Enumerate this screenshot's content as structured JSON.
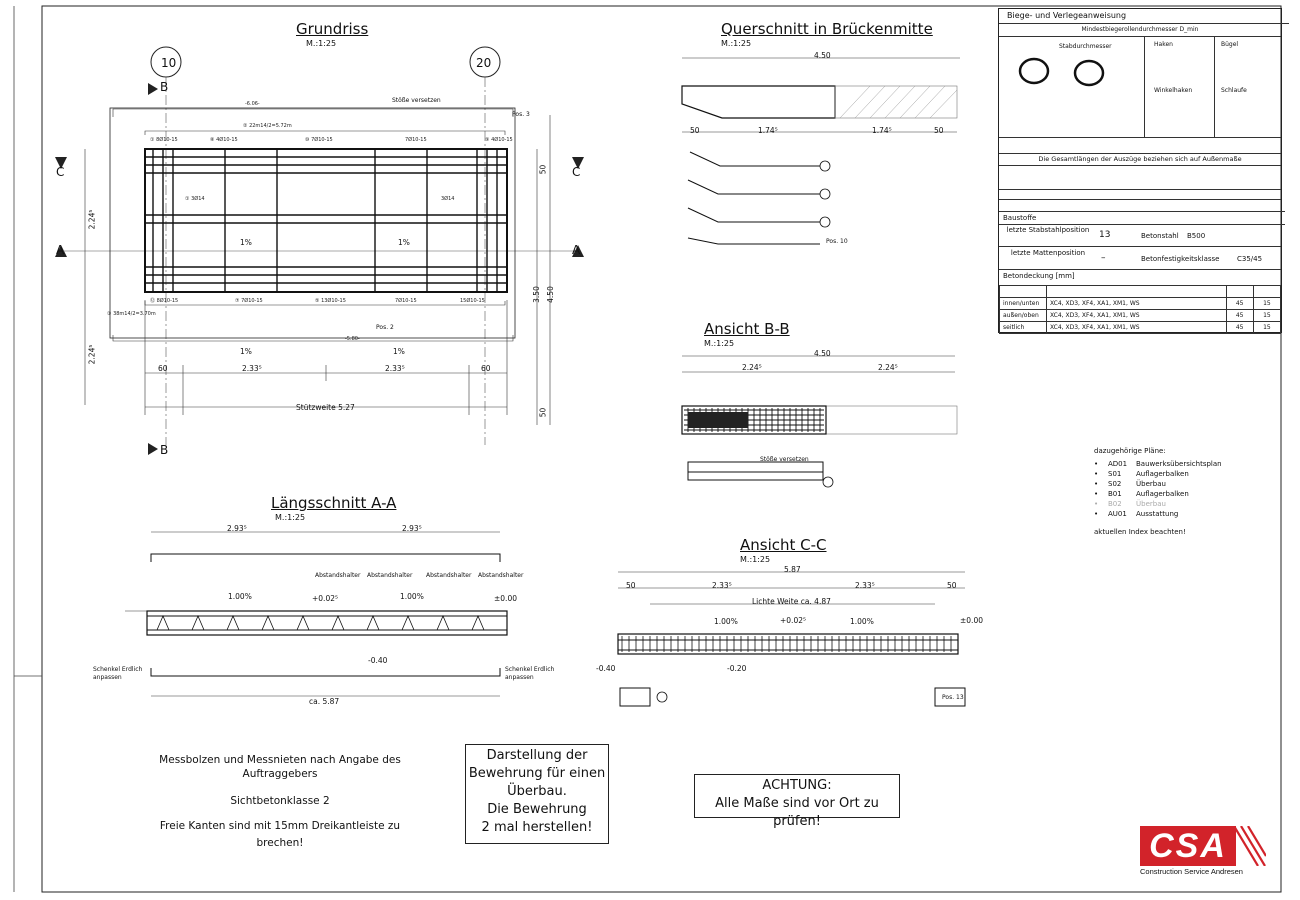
{
  "views": {
    "grundriss": {
      "title": "Grundriss",
      "scale": "M.:1:25",
      "axis_left": "10",
      "axis_right": "20",
      "cut_a": "A",
      "cut_b": "B",
      "cut_c": "C",
      "slope_left": "1%",
      "slope_right": "1%",
      "dim_60_left": "60",
      "dim_233_left": "2.33⁵",
      "dim_233_right": "2.33⁵",
      "dim_60_right": "60",
      "span": "Stützweite  5.27",
      "dim_224_upper": "2.24⁵",
      "dim_224_lower": "2.24⁵",
      "dim_50_top": "50",
      "dim_50_bottom": "50",
      "dim_350": "3.50",
      "dim_450": "4.50",
      "stoesse": "Stöße versetzen",
      "pos3": "Pos. 3",
      "pos2": "Pos. 2"
    },
    "querschnitt": {
      "title": "Querschnitt in Brückenmitte",
      "scale": "M.:1:25",
      "dim_total": "4.50",
      "dim_50_l": "50",
      "dim_174_l": "1.74⁵",
      "dim_174_r": "1.74⁵",
      "dim_50_r": "50",
      "pos10": "Pos. 10"
    },
    "ansicht_bb": {
      "title": "Ansicht B-B",
      "scale": "M.:1:25",
      "dim_total": "4.50",
      "dim_l": "2.24⁵",
      "dim_r": "2.24⁵",
      "stoesse": "Stöße versetzen"
    },
    "laengsschnitt": {
      "title": "Längsschnitt A-A",
      "scale": "M.:1:25",
      "dim_l": "2.93⁵",
      "dim_r": "2.93⁵",
      "slope_l": "1.00%",
      "slope_r": "1.00%",
      "level_mid": "+0.02⁵",
      "level_r": "±0.00",
      "level_low": "-0.40",
      "dim_total": "ca. 5.87",
      "schenkel_l": "Schenkel Erdlich anpassen",
      "schenkel_r": "Schenkel Erdlich anpassen",
      "abstand": [
        "Abstandshalter",
        "Abstandshalter",
        "Abstandshalter",
        "Abstandshalter"
      ]
    },
    "ansicht_cc": {
      "title": "Ansicht C-C",
      "scale": "M.:1:25",
      "dim_total": "5.87",
      "dim_50_l": "50",
      "dim_233_l": "2.33⁵",
      "dim_233_r": "2.33⁵",
      "dim_50_r": "50",
      "lichte_weite": "Lichte Weite  ca. 4.87",
      "slope_l": "1.00%",
      "slope_r": "1.00%",
      "level_mid": "+0.02⁵",
      "level_r": "±0.00",
      "level_l": "-0.40",
      "level_mid2": "-0.20",
      "pos13": "Pos. 13"
    }
  },
  "title_block": {
    "header": "Biege- und Verlegeanweisung",
    "min_diameter": "Mindestbiegerollendurchmesser D_min",
    "labels": {
      "stab": "Stabdurchmesser",
      "haken": "Haken",
      "buegel": "Bügel",
      "winkelhaken": "Winkelhaken",
      "schlaufe": "Schlaufe"
    },
    "auszuege_note": "Die Gesamtlängen der Auszüge beziehen sich auf Außenmaße",
    "baustoffe": "Baustoffe",
    "letzte_stab_label": "letzte Stabstahlposition",
    "letzte_stab_value": "13",
    "betonstahl_label": "Betonstahl",
    "betonstahl_value": "B500",
    "letzte_matten_label": "letzte Mattenposition",
    "letzte_matten_value": "–",
    "festigkeit_label": "Betonfestigkeitsklasse",
    "festigkeit_value": "C35/45",
    "betondeckung": "Betondeckung [mm]",
    "rows": [
      {
        "name": "innen/unten",
        "cls": "XC4, XD3, XF4, XA1, XM1, WS",
        "v1": "45",
        "v2": "15"
      },
      {
        "name": "außen/oben",
        "cls": "XC4, XD3, XF4, XA1, XM1, WS",
        "v1": "45",
        "v2": "15"
      },
      {
        "name": "seitlich",
        "cls": "XC4, XD3, XF4, XA1, XM1, WS",
        "v1": "45",
        "v2": "15"
      }
    ]
  },
  "plans": {
    "heading": "dazugehörige Pläne:",
    "items": [
      {
        "code": "AD01",
        "name": "Bauwerksübersichtsplan",
        "greyed": false
      },
      {
        "code": "S01",
        "name": "Auflagerbalken",
        "greyed": false
      },
      {
        "code": "S02",
        "name": "Überbau",
        "greyed": false
      },
      {
        "code": "B01",
        "name": "Auflagerbalken",
        "greyed": false
      },
      {
        "code": "B02",
        "name": "Überbau",
        "greyed": true
      },
      {
        "code": "AU01",
        "name": "Ausstattung",
        "greyed": false
      }
    ],
    "footer": "aktuellen Index beachten!"
  },
  "notes": {
    "left": [
      "Messbolzen und Messnieten nach Angabe des",
      "Auftraggebers",
      "",
      "Sichtbetonklasse 2",
      "",
      "Freie Kanten sind mit 15mm Dreikantleiste zu brechen!"
    ],
    "center": [
      "Darstellung der",
      "Bewehrung für einen",
      "Überbau.",
      "Die Bewehrung",
      "2 mal herstellen!"
    ],
    "achtung_title": "ACHTUNG:",
    "achtung_text": "Alle Maße sind vor Ort zu prüfen!"
  },
  "logo": {
    "letters": "CSA",
    "subtitle": "Construction Service Andresen",
    "color": "#d2232a"
  }
}
